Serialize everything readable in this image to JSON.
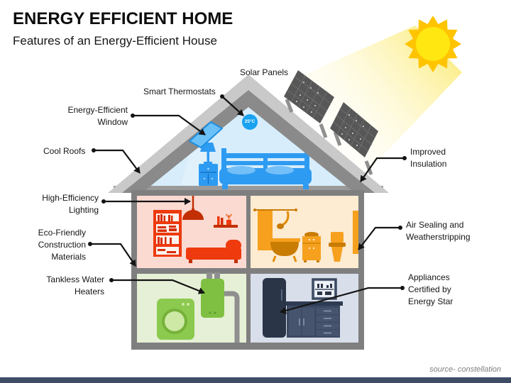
{
  "slide": {
    "title": "ENERGY EFFICIENT HOME",
    "subtitle": "Features of an Energy-Efficient House",
    "source_credit": "source- constellation"
  },
  "diagram": {
    "labels": {
      "solar_panels": "Solar Panels",
      "smart_thermostats": "Smart Thermostats",
      "energy_efficient_window": "Energy-Efficient\nWindow",
      "cool_roofs": "Cool Roofs",
      "high_efficiency_lighting": "High-Efficiency\nLighting",
      "eco_friendly_construction": "Eco-Friendly\nConstruction\nMaterials",
      "tankless_water_heaters": "Tankless Water\nHeaters",
      "improved_insulation": "Improved\nInsulation",
      "air_sealing": "Air Sealing and\nWeatherstripping",
      "appliances_energy_star": "Appliances\nCertified by\nEnergy Star"
    },
    "thermostat_reading": "25°C",
    "icons": {
      "sun": "sun-icon",
      "solar_panel": "solar-panel-icon",
      "thermostat": "thermostat-icon",
      "skylight_window": "skylight-window-icon",
      "bed": "bed-icon",
      "pendant_lamp": "pendant-lamp-icon",
      "bookshelf": "bookshelf-icon",
      "sofa": "sofa-icon",
      "shower": "shower-icon",
      "bathtub": "bathtub-icon",
      "toilet": "toilet-icon",
      "washing_machine": "washing-machine-icon",
      "water_heater": "water-heater-icon",
      "fridge": "fridge-icon",
      "kitchen_cabinet": "kitchen-cabinet-icon"
    },
    "colors": {
      "sun_rays": "#FFC400",
      "sun_core": "#FFE712",
      "light_beam": "#FCEE8C",
      "roof_light_gray": "#C9C9C9",
      "roof_dark_gray": "#8A8A8A",
      "wall_gray": "#7F7F7F",
      "attic_fill": "#D7EDFB",
      "bedroom_blue": "#2E9BF2",
      "thermostat_blue": "#18A2F0",
      "living_room_fill": "#FBDAD2",
      "living_room_red": "#EE3A0C",
      "bathroom_fill": "#FDEBD2",
      "bathroom_orange": "#F6A01E",
      "utility_fill": "#E6F0D6",
      "utility_green": "#8CC94F",
      "kitchen_fill": "#D8DEEA",
      "kitchen_slate": "#3C4A63",
      "solar_panel_dark": "#575757",
      "connector_black": "#141414",
      "footer_bar": "#3E4C66"
    }
  }
}
